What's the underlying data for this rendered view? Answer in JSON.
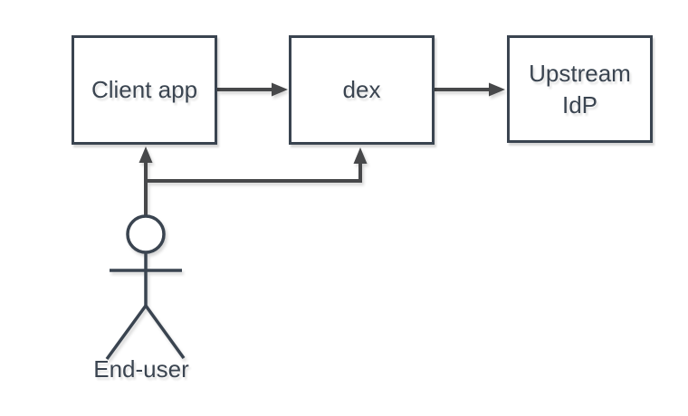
{
  "diagram": {
    "type": "flow-diagram",
    "background_color": "#ffffff",
    "nodes": {
      "client_app": {
        "label": "Client app",
        "shape": "rectangle"
      },
      "dex": {
        "label": "dex",
        "shape": "rectangle"
      },
      "upstream_idp": {
        "label": "Upstream IdP",
        "line1": "Upstream",
        "line2": "IdP",
        "shape": "rectangle"
      },
      "end_user": {
        "label": "End-user",
        "shape": "stick-figure"
      }
    },
    "edges": [
      {
        "from": "Client app",
        "to": "dex",
        "style": "arrow"
      },
      {
        "from": "dex",
        "to": "Upstream IdP",
        "style": "arrow"
      },
      {
        "from": "End-user",
        "to": "Client app",
        "style": "arrow"
      },
      {
        "from": "End-user",
        "to": "dex",
        "style": "arrow"
      }
    ],
    "colors": {
      "node_border": "#3a4450",
      "node_fill": "#ffffff",
      "label_text": "#3a4450",
      "arrow": "#47484a"
    }
  }
}
